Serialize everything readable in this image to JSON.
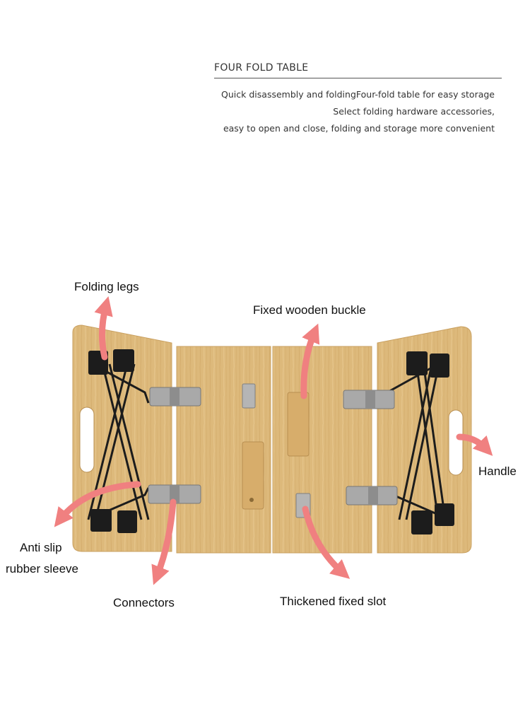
{
  "header": {
    "title": "FOUR FOLD TABLE",
    "lines": [
      "Quick disassembly and foldingFour-fold table for easy storage",
      "Select folding hardware accessories,",
      "easy to open and close, folding and storage more convenient"
    ]
  },
  "callouts": {
    "folding_legs": "Folding legs",
    "fixed_wooden_buckle": "Fixed wooden buckle",
    "handle": "Handle",
    "anti_slip_line1": "Anti slip",
    "anti_slip_line2": "rubber sleeve",
    "connectors": "Connectors",
    "thickened_fixed_slot": "Thickened fixed slot"
  },
  "colors": {
    "bamboo": "#dcb97a",
    "bamboo_grain": "#c99f5c",
    "arrow": "#f08080",
    "metal": "#1c1c1c",
    "hinge": "#a9a9a9"
  }
}
